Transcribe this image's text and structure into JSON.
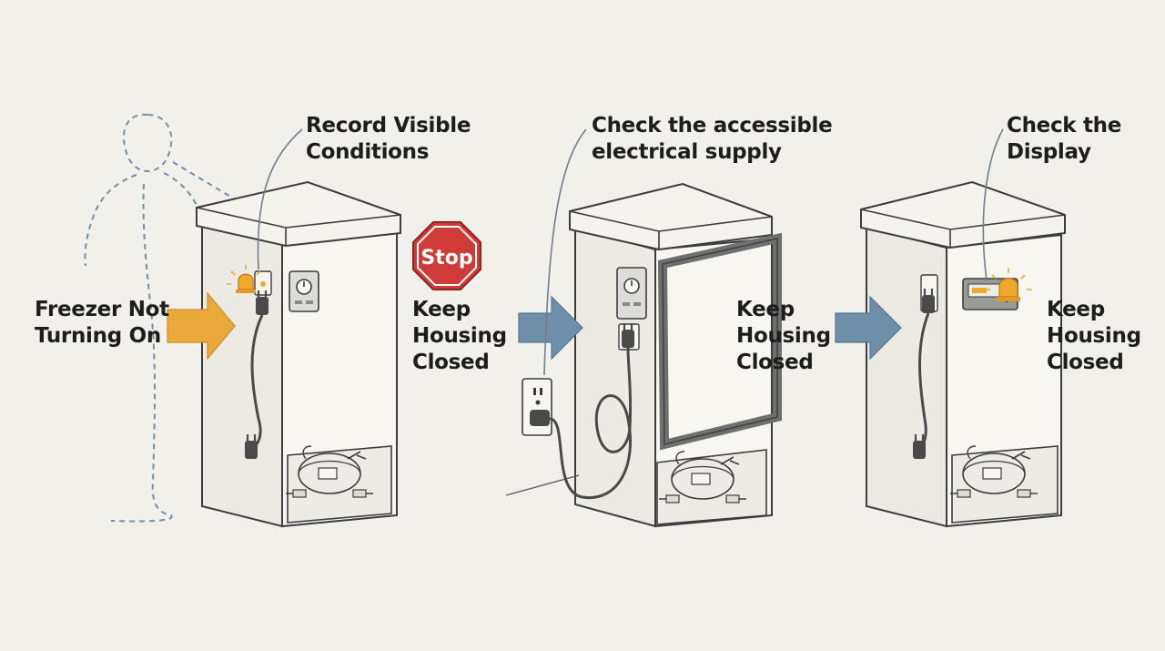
{
  "labels": {
    "start": [
      "Freezer Not",
      "Turning On"
    ],
    "step1_callout": [
      "Record Visible",
      "Conditions"
    ],
    "stop_sign": "Stop",
    "keep1": [
      "Keep",
      "Housing",
      "Closed"
    ],
    "step2_callout": [
      "Check the accessible",
      "electrical supply"
    ],
    "keep2": [
      "Keep",
      "Housing",
      "Closed"
    ],
    "step3_callout": [
      "Check the",
      "Display"
    ],
    "keep3": [
      "Keep",
      "Housing",
      "Closed"
    ]
  },
  "colors": {
    "background": "#f1f0eb",
    "start_arrow": "#e9a93b",
    "step_arrow": "#6f8ea9",
    "stop_sign": "#cf3b36",
    "indicator_light": "#f0a92a",
    "outline": "#3c3c3c",
    "cabinet_fill": "#f7f6f1",
    "leader_line": "#6d7f8e",
    "person_outline": "#6f8ea9"
  },
  "icons": [
    "person-outline-icon",
    "chest-freezer-icon",
    "stop-sign-icon",
    "wall-outlet-icon",
    "power-plug-icon",
    "control-knob-icon",
    "digital-display-icon",
    "warning-light-icon",
    "compressor-icon"
  ]
}
